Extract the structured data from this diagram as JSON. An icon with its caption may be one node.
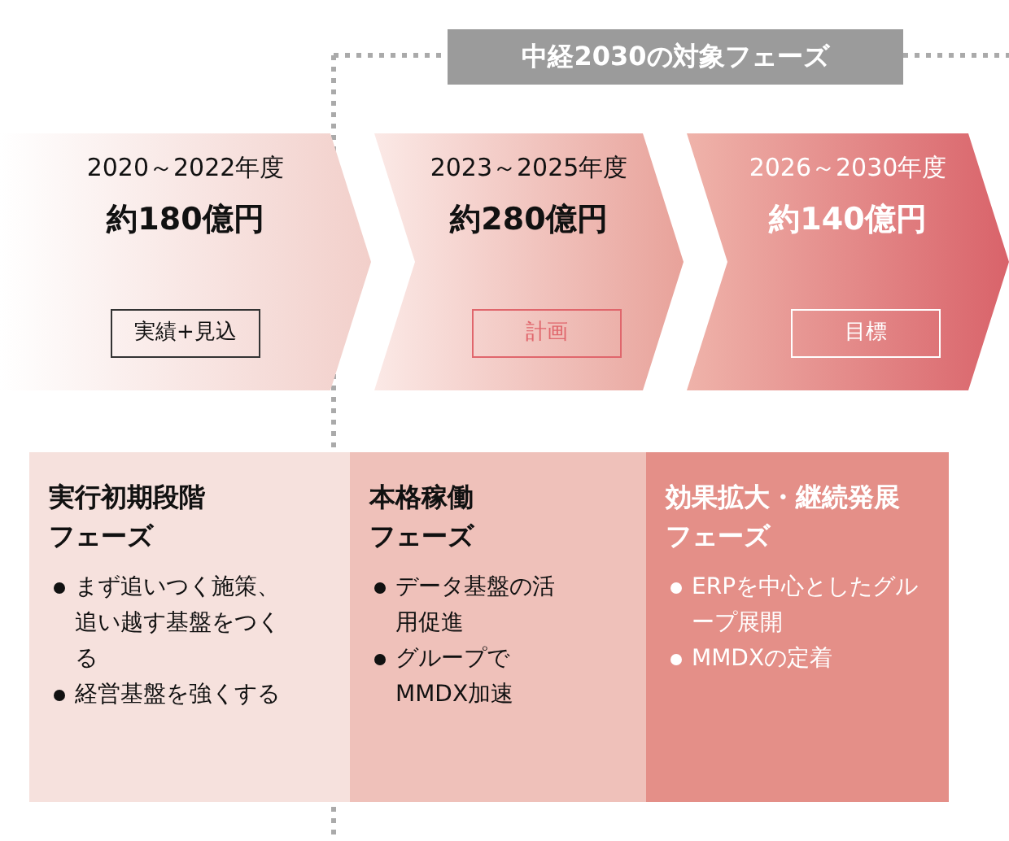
{
  "diagram": {
    "nodes": [
      {
        "text": [
          "中経2030の対象フェーズ"
        ]
      },
      {
        "text": [
          "2020～2022年度",
          "約**180**億円"
        ]
      },
      {
        "text": [
          "実績+見込"
        ],
        "in": 1
      },
      {
        "text": [
          "2023～2025年度",
          "約**280**億円"
        ]
      },
      {
        "text": [
          "計画"
        ],
        "in": 3
      },
      {
        "text": [
          "2026～2030年度",
          "約**140**億円"
        ]
      },
      {
        "text": [
          "目標"
        ],
        "in": 5
      },
      {
        "text": [
          "実行初期段階フェーズ",
          "まず追いつく施策、追い越す基盤をつくる",
          "経営基盤を強くする"
        ]
      },
      {
        "text": [
          "本格稼働フェーズ",
          "データ基盤の活用促進",
          "グループでMMDX加速"
        ]
      },
      {
        "text": [
          "効果拡大・継続発展フェーズ",
          "ERPを中心としたグループ展開",
          "MMDXの定着"
        ]
      }
    ],
    "edges": []
  }
}
